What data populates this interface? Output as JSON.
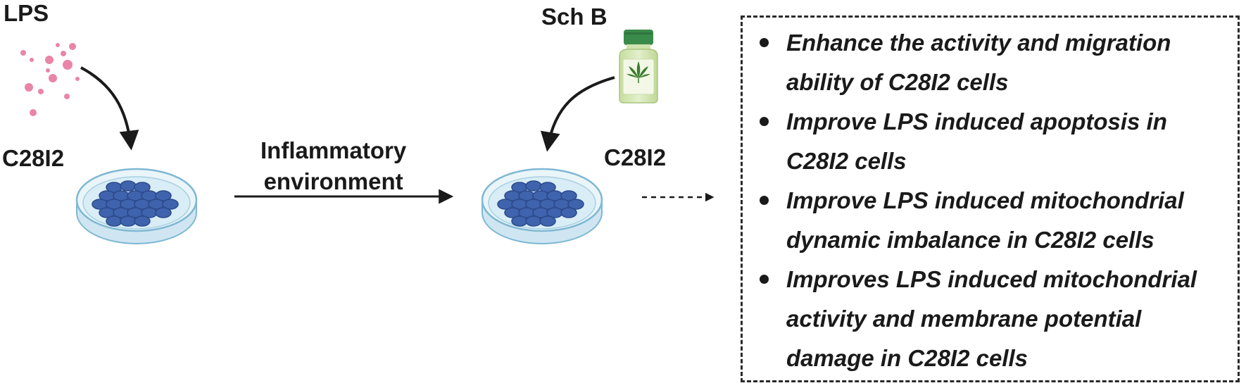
{
  "treatments": {
    "lps_label": "LPS",
    "drug_label": "Sch B"
  },
  "cell_line": {
    "untreated_label": "C28I2",
    "treated_label": "C28I2"
  },
  "process": {
    "line1": "Inflammatory",
    "line2": "environment"
  },
  "outcomes": [
    {
      "line1": "Enhance the activity and migration",
      "line2": "ability of C28I2 cells"
    },
    {
      "line1": "Improve LPS induced apoptosis in",
      "line2": "C28I2 cells"
    },
    {
      "line1": "Improve LPS induced mitochondrial",
      "line2": "dynamic imbalance in C28I2 cells"
    },
    {
      "line1": "Improves LPS induced mitochondrial",
      "line2": "activity and membrane potential",
      "line3": "damage in C28I2 cells"
    }
  ],
  "colors": {
    "lps_particles": "#e985a6",
    "dish_body": "#d8edf6",
    "dish_rim": "#7fb8d3",
    "cells": "#3f63ad",
    "cell_border": "#2c4a8c",
    "bottle_body": "#d6e8b8",
    "bottle_cap": "#3a8a4a",
    "leaf": "#3b7d2e",
    "arrow": "#1a1a1a"
  },
  "icons": [
    "lps-particles-icon",
    "petri-dish-icon",
    "medicine-bottle-icon",
    "cannabis-leaf-icon"
  ]
}
